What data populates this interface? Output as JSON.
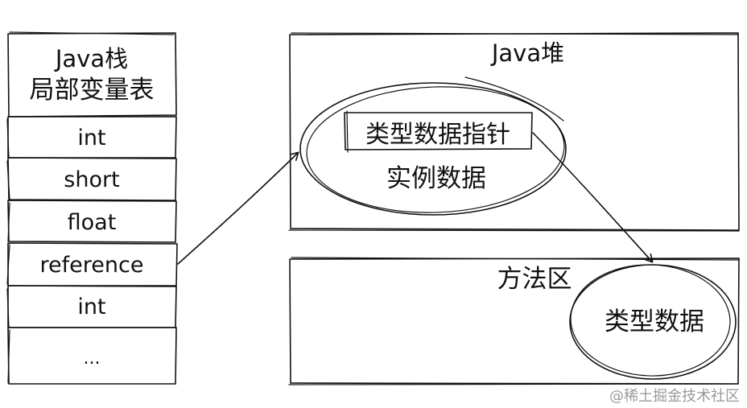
{
  "colors": {
    "stroke": "#111111",
    "background": "#ffffff",
    "watermark": "#9a9a9a"
  },
  "java_stack": {
    "title_line1": "Java栈",
    "title_line2": "局部变量表",
    "slots": [
      "int",
      "short",
      "float",
      "reference",
      "int",
      "..."
    ]
  },
  "java_heap": {
    "title": "Java堆",
    "object_pointer_label": "类型数据指针",
    "instance_data_label": "实例数据"
  },
  "method_area": {
    "title": "方法区",
    "type_data_label": "类型数据"
  },
  "watermark": "@稀土掘金技术社区"
}
